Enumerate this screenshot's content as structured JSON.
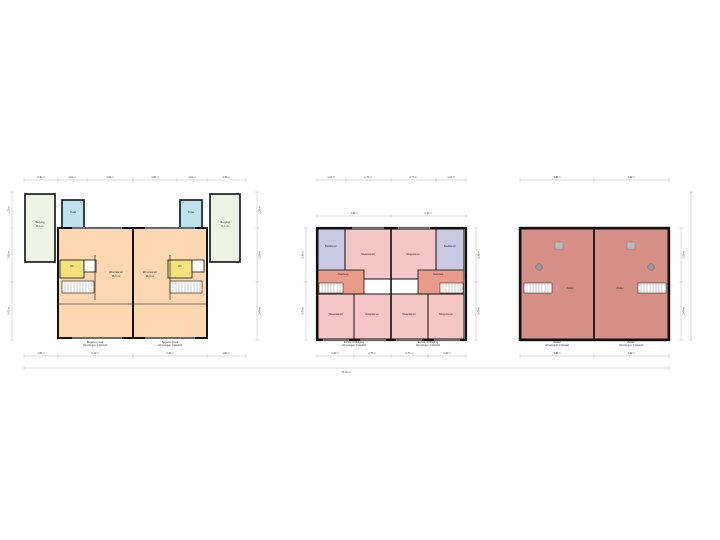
{
  "plans": [
    {
      "id": "ground",
      "caption_line1": "Begane grond",
      "caption_line2": "Afmetingen indicatief",
      "rooms": {
        "left_shed": {
          "label": "Berging",
          "area": "8,2 m²"
        },
        "left_toilet": {
          "label": "Toilet",
          "area": ""
        },
        "left_living": {
          "label": "Woonkamer",
          "area": "36,0 m²"
        },
        "left_util": {
          "label": "Wc",
          "area": ""
        },
        "right_living": {
          "label": "Woonkamer",
          "area": "36,0 m²"
        },
        "right_toilet": {
          "label": "Toilet",
          "area": ""
        },
        "right_shed": {
          "label": "Berging",
          "area": "8,2 m²"
        },
        "right_util": {
          "label": "Wc",
          "area": ""
        }
      },
      "dims_top": [
        "2,39 m",
        "1,64 m",
        "4,66 m",
        "4,66 m",
        "1,64 m",
        "2,39 m"
      ],
      "dims_bottom": [
        "1,86 m",
        "5,43 m",
        "5,43 m",
        "1,86 m"
      ],
      "dims_left": [
        "1,70 m",
        "2,83 m",
        "3,42 m"
      ],
      "dims_right": [
        "1,70 m",
        "2,83 m",
        "3,42 m"
      ]
    },
    {
      "id": "first",
      "caption_line1": "Eerste verdieping",
      "caption_line2": "Afmetingen indicatief",
      "rooms": {
        "bath_l": {
          "label": "Badkamer",
          "area": ""
        },
        "bed_l_top": {
          "label": "Slaapkamer",
          "area": ""
        },
        "bed_r_top": {
          "label": "Slaapkamer",
          "area": ""
        },
        "bath_r": {
          "label": "Badkamer",
          "area": ""
        },
        "hall_l": {
          "label": "Overloop",
          "area": ""
        },
        "hall_r": {
          "label": "Overloop",
          "area": ""
        },
        "bed_l_bl": {
          "label": "Slaapkamer",
          "area": ""
        },
        "bed_l_br": {
          "label": "Slaapkamer",
          "area": ""
        },
        "bed_r_bl": {
          "label": "Slaapkamer",
          "area": ""
        },
        "bed_r_br": {
          "label": "Slaapkamer",
          "area": ""
        }
      },
      "dims_top": [
        "1,64 m",
        "2,76 m",
        "2,77 m",
        "1,64 m"
      ],
      "dims_top2": [
        "4,48 m",
        "4,48 m"
      ],
      "dims_bottom": [
        "2,38 m",
        "2,75 m",
        "2,75 m",
        "2,38 m"
      ],
      "dims_left": [
        "3,06 m",
        "3,42 m"
      ],
      "dims_right": [
        "3,06 m",
        "3,42 m"
      ]
    },
    {
      "id": "attic",
      "caption_line1": "Zolder",
      "caption_line2": "Afmetingen indicatief",
      "rooms": {
        "attic_l": {
          "label": "Zolder",
          "area": ""
        },
        "attic_r": {
          "label": "Zolder",
          "area": ""
        }
      },
      "dims_top": [
        "4,48 m",
        "4,49 m"
      ],
      "dims_bottom": [
        "4,48 m",
        "4,49 m"
      ],
      "dims_right": [
        "7,25 m",
        "3,42 m"
      ]
    }
  ],
  "overall_width": "35,09 m",
  "colors": {
    "wall": "#111111",
    "living": "#fcd7b0",
    "shed": "#eef2e2",
    "toilet": "#bfe3ec",
    "utility": "#f5e27a",
    "bedroom": "#f4c6c6",
    "bathroom": "#c9c9e4",
    "hall": "#e99a88",
    "attic": "#d68f86",
    "stairs": "#ffffff"
  }
}
